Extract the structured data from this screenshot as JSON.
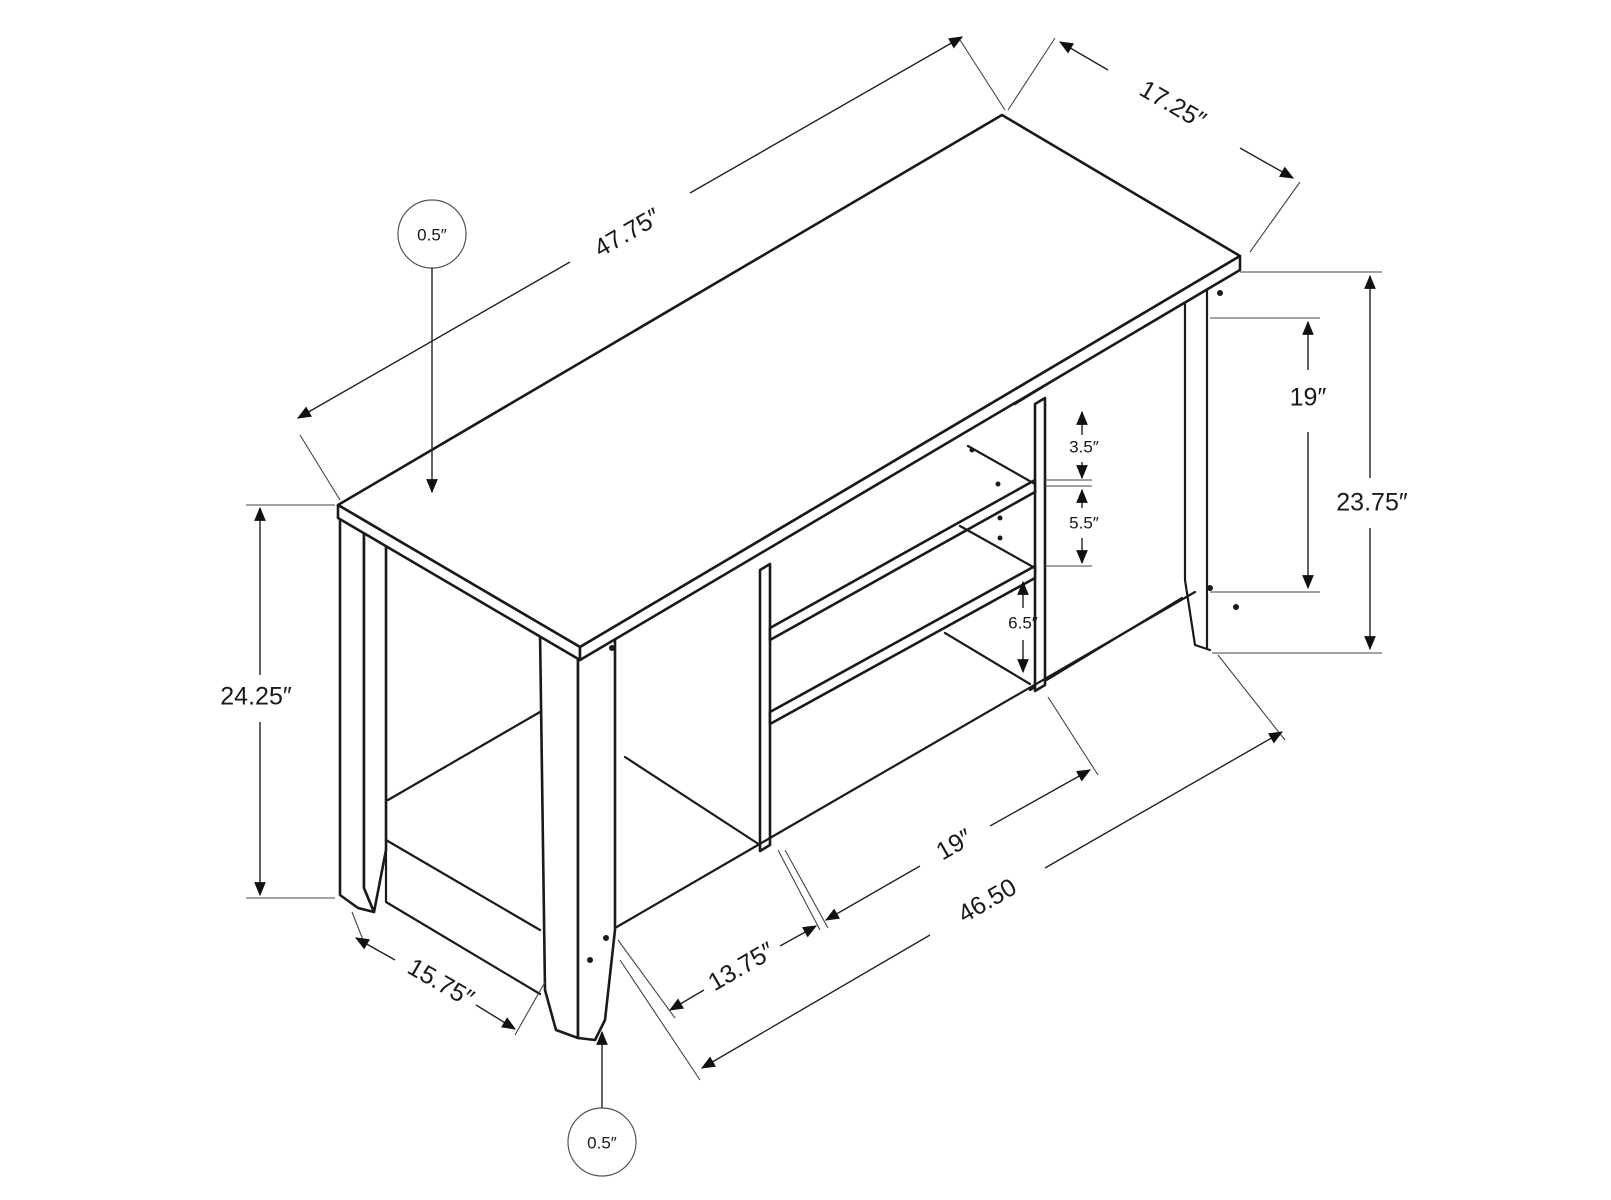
{
  "diagram": {
    "labels": {
      "top_length": "47.75″",
      "top_depth": "17.25″",
      "top_thickness": "0.5″",
      "overall_height": "24.25″",
      "back_height": "23.75″",
      "side_opening_height": "19″",
      "shelf_gap_top": "3.5″",
      "shelf_gap_middle": "5.5″",
      "shelf_gap_bottom": "6.5″",
      "base_depth": "15.75″",
      "center_width": "13.75″",
      "side_bay_width": "19″",
      "base_length": "46.50",
      "leg_thickness": "0.5″"
    },
    "colors": {
      "line": "#1a1a1a",
      "background": "#ffffff"
    }
  }
}
